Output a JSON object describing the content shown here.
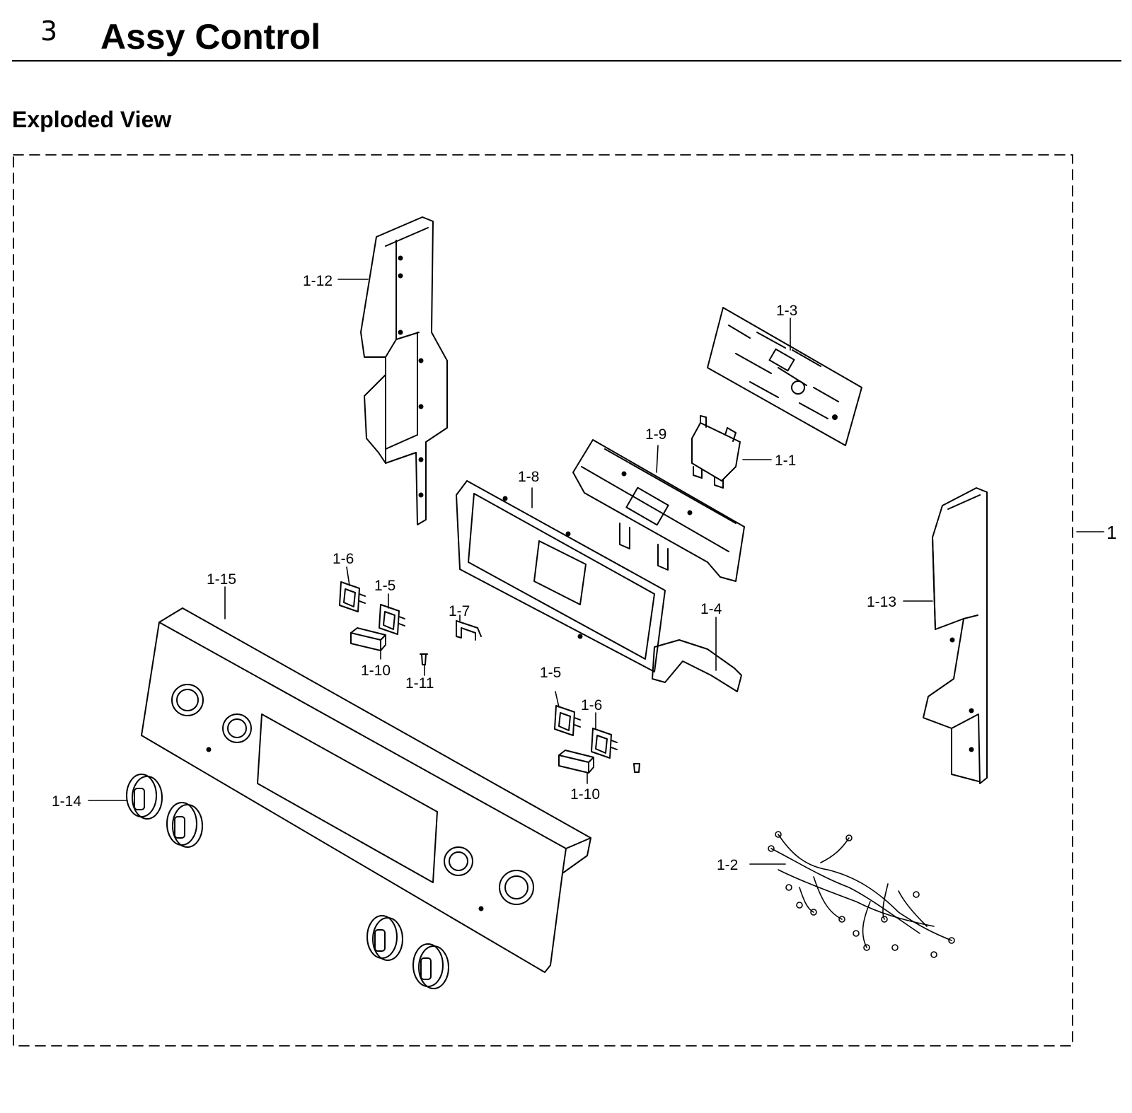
{
  "header": {
    "section_number": "3",
    "section_title": "Assy Control",
    "subtitle": "Exploded View"
  },
  "callouts": {
    "assembly": "1",
    "c_1_1": "1-1",
    "c_1_2": "1-2",
    "c_1_3": "1-3",
    "c_1_4": "1-4",
    "c_1_5_a": "1-5",
    "c_1_5_b": "1-5",
    "c_1_6_a": "1-6",
    "c_1_6_b": "1-6",
    "c_1_7": "1-7",
    "c_1_8": "1-8",
    "c_1_9": "1-9",
    "c_1_10_a": "1-10",
    "c_1_10_b": "1-10",
    "c_1_11": "1-11",
    "c_1_12": "1-12",
    "c_1_13": "1-13",
    "c_1_14": "1-14",
    "c_1_15": "1-15"
  }
}
